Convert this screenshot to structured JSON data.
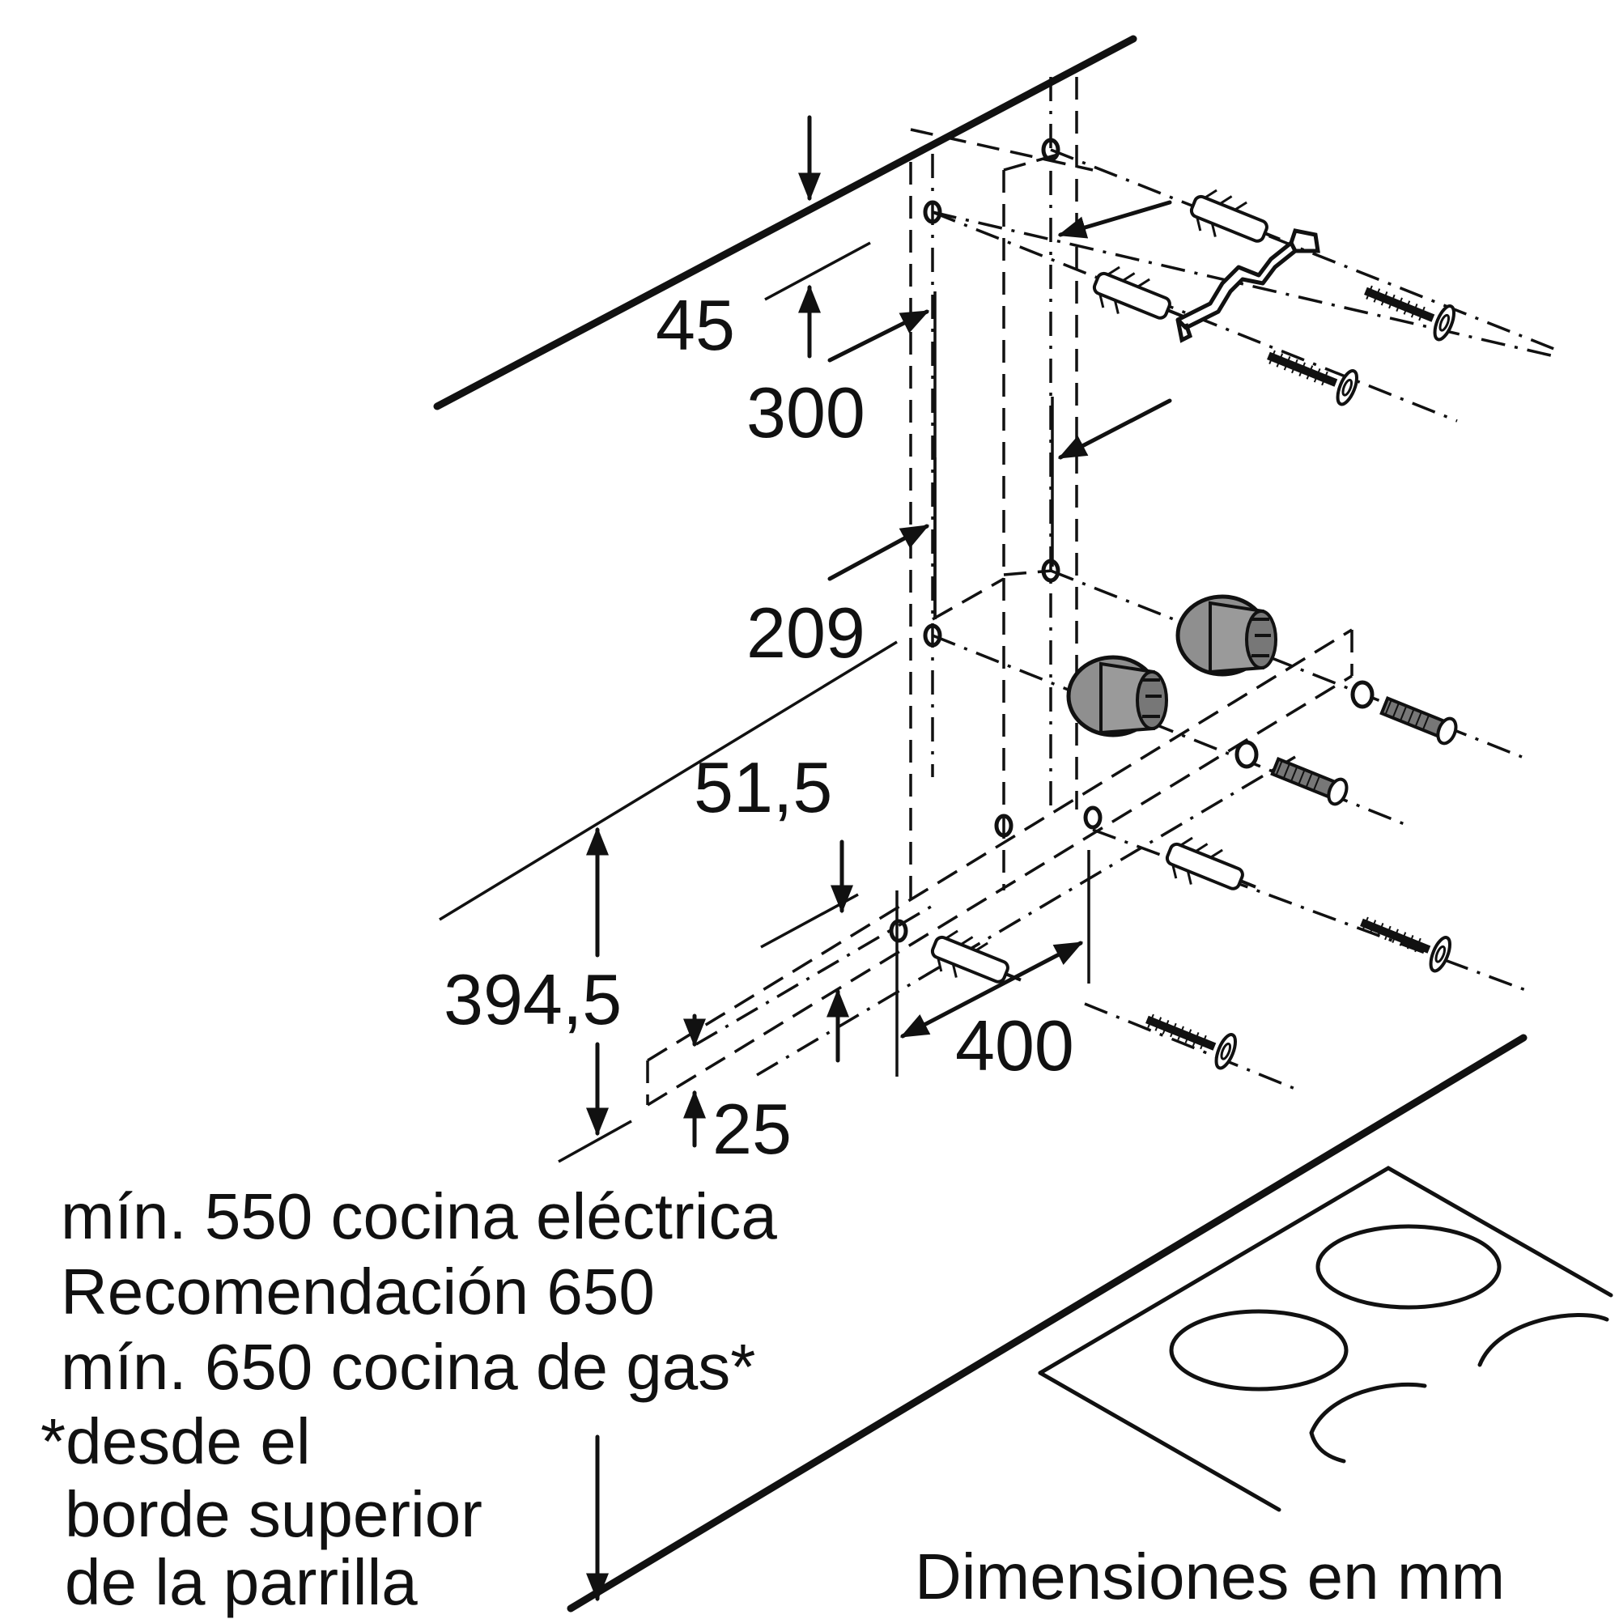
{
  "diagram": {
    "dimensions": {
      "d45": "45",
      "d300": "300",
      "d209": "209",
      "d51_5": "51,5",
      "d394_5": "394,5",
      "d25": "25",
      "d400": "400"
    },
    "notes": {
      "line1": "mín. 550 cocina eléctrica",
      "line2": "Recomendación 650",
      "line3": "mín. 650 cocina de gas*",
      "footnote1": "*desde el",
      "footnote2": "borde superior",
      "footnote3": "de la parrilla"
    },
    "units_label": "Dimensiones en mm"
  }
}
